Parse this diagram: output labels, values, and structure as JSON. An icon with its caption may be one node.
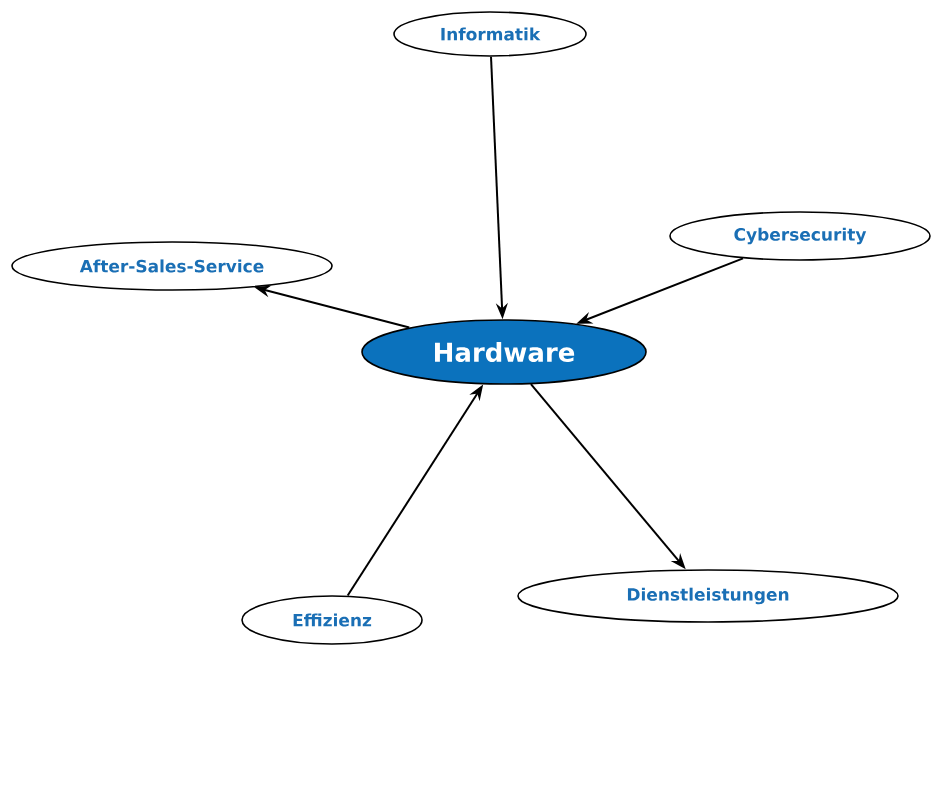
{
  "diagram": {
    "nodes": [
      {
        "text": [
          "Informatik"
        ]
      },
      {
        "text": [
          "Cybersecurity"
        ]
      },
      {
        "text": [
          "After-Sales-Service"
        ]
      },
      {
        "text": [
          "Hardware"
        ]
      },
      {
        "text": [
          "Effizienz"
        ]
      },
      {
        "text": [
          "Dienstleistungen"
        ]
      }
    ],
    "edges": [
      {
        "from": 0,
        "to": 3,
        "arrow": "to"
      },
      {
        "from": 1,
        "to": 3,
        "arrow": "to"
      },
      {
        "from": 3,
        "to": 2,
        "arrow": "to"
      },
      {
        "from": 4,
        "to": 3,
        "arrow": "to"
      },
      {
        "from": 3,
        "to": 5,
        "arrow": "to"
      }
    ]
  }
}
